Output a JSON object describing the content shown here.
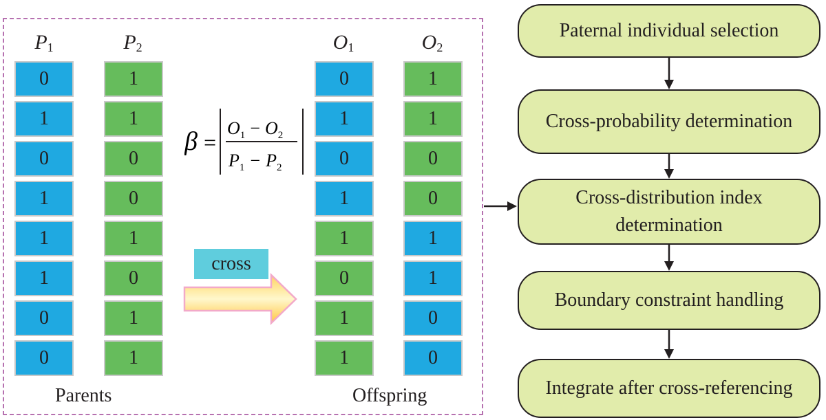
{
  "columns": [
    {
      "header": "P",
      "sub": "1",
      "values": [
        "0",
        "1",
        "0",
        "1",
        "1",
        "1",
        "0",
        "0"
      ],
      "colors": [
        "blue",
        "blue",
        "blue",
        "blue",
        "blue",
        "blue",
        "blue",
        "blue"
      ]
    },
    {
      "header": "P",
      "sub": "2",
      "values": [
        "1",
        "1",
        "0",
        "0",
        "1",
        "0",
        "1",
        "1"
      ],
      "colors": [
        "green",
        "green",
        "green",
        "green",
        "green",
        "green",
        "green",
        "green"
      ]
    },
    {
      "header": "O",
      "sub": "1",
      "values": [
        "0",
        "1",
        "0",
        "1",
        "1",
        "0",
        "1",
        "1"
      ],
      "colors": [
        "blue",
        "blue",
        "blue",
        "blue",
        "green",
        "green",
        "green",
        "green"
      ]
    },
    {
      "header": "O",
      "sub": "2",
      "values": [
        "1",
        "1",
        "0",
        "0",
        "1",
        "1",
        "0",
        "0"
      ],
      "colors": [
        "green",
        "green",
        "green",
        "green",
        "blue",
        "blue",
        "blue",
        "blue"
      ]
    }
  ],
  "captions": {
    "parents": "Parents",
    "offspring": "Offspring"
  },
  "formula": {
    "symbol": "β",
    "num_a": "O",
    "num_a_sub": "1",
    "num_op": "−",
    "num_b": "O",
    "num_b_sub": "2",
    "den_a": "P",
    "den_a_sub": "1",
    "den_op": "−",
    "den_b": "P",
    "den_b_sub": "2"
  },
  "cross_label": "cross",
  "flow": [
    "Paternal individual selection",
    "Cross-probability determination",
    "Cross-distribution index determination",
    "Boundary constraint handling",
    "Integrate after cross-referencing"
  ],
  "colors": {
    "blue": "#1fa9e1",
    "green": "#66bc5c",
    "box": "#e1ecab",
    "frame": "#b671b0",
    "label": "#5fcddd"
  }
}
